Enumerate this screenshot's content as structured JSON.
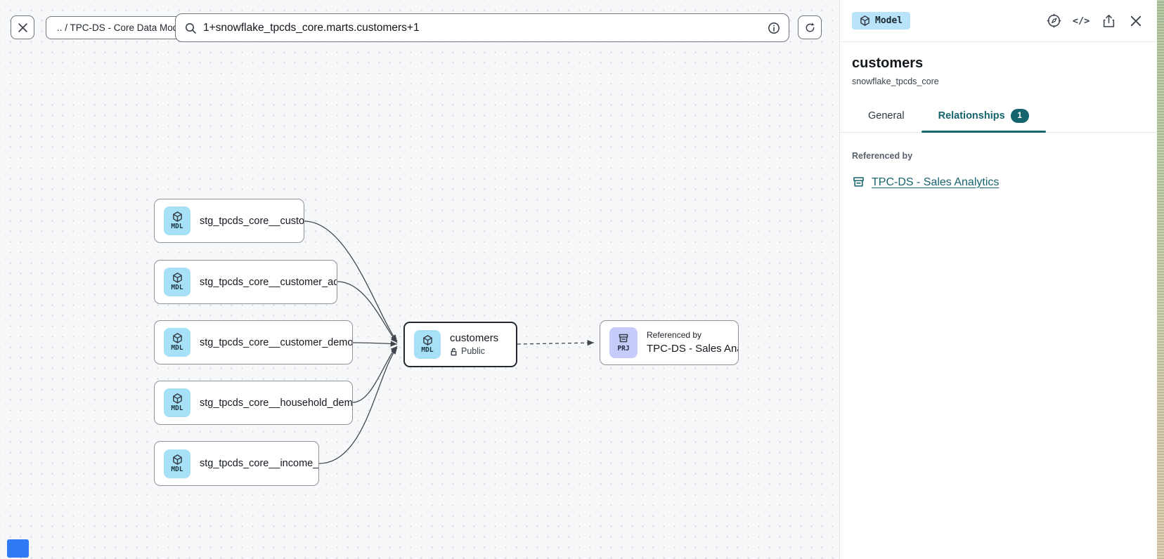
{
  "toolbar": {
    "breadcrumb": ".. / TPC-DS - Core Data Models",
    "search_value": "1+snowflake_tpcds_core.marts.customers+1"
  },
  "canvas": {
    "nodes": {
      "upstream": [
        {
          "badge": "MDL",
          "label": "stg_tpcds_core__customer"
        },
        {
          "badge": "MDL",
          "label": "stg_tpcds_core__customer_address"
        },
        {
          "badge": "MDL",
          "label": "stg_tpcds_core__customer_demogra…"
        },
        {
          "badge": "MDL",
          "label": "stg_tpcds_core__household_demogr…"
        },
        {
          "badge": "MDL",
          "label": "stg_tpcds_core__income_band"
        }
      ],
      "selected": {
        "badge": "MDL",
        "label": "customers",
        "visibility": "Public"
      },
      "downstream": {
        "badge": "PRJ",
        "kicker": "Referenced by",
        "label": "TPC-DS - Sales Analytics"
      }
    }
  },
  "panel": {
    "type_badge": "Model",
    "title": "customers",
    "subtitle": "snowflake_tpcds_core",
    "tabs": [
      {
        "label": "General"
      },
      {
        "label": "Relationships",
        "count": "1"
      }
    ],
    "section_label": "Referenced by",
    "reference_link": "TPC-DS - Sales Analytics"
  },
  "colors": {
    "accent_teal": "#16646d",
    "model_badge_bg": "#b9e3fa",
    "model_icon_bg": "#a6e1f8",
    "project_icon_bg": "#c6ccf9",
    "edge": "#41464e",
    "canvas_bg": "#f7f8fa",
    "indicator_blue": "#2f7bf5"
  }
}
